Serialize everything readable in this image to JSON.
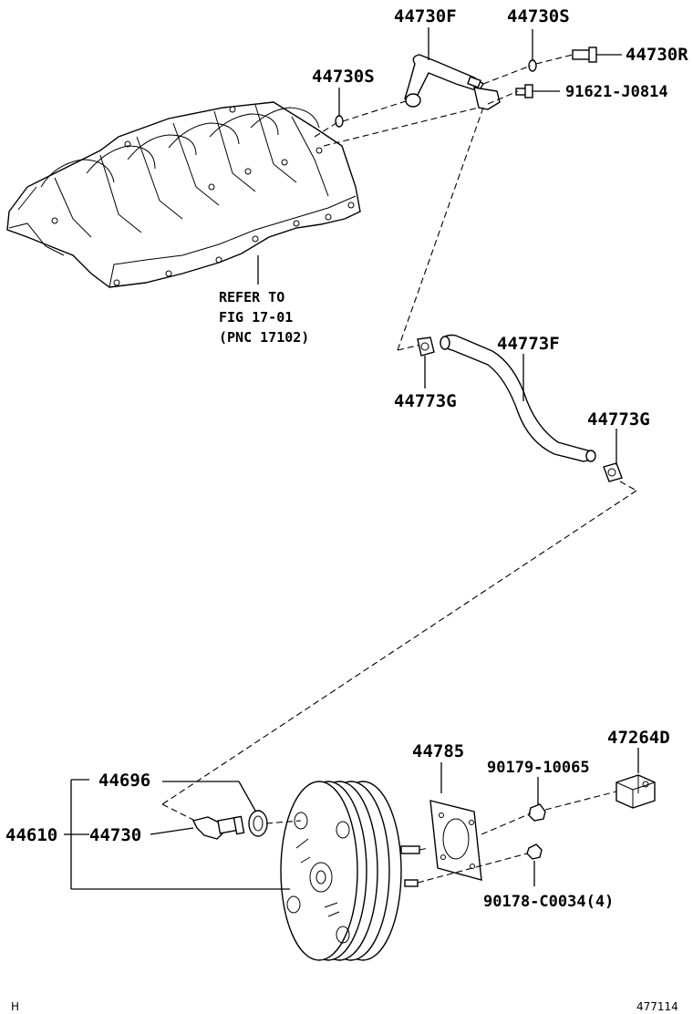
{
  "labels": {
    "p44730F": "44730F",
    "p44730S_top": "44730S",
    "p44730R": "44730R",
    "p44730S_left": "44730S",
    "p91621": "91621-J0814",
    "refer_line1": "REFER TO",
    "refer_line2": "FIG 17-01",
    "refer_line3": "(PNC 17102)",
    "p44773F": "44773F",
    "p44773G_left": "44773G",
    "p44773G_right": "44773G",
    "p47264D": "47264D",
    "p44785": "44785",
    "p90179": "90179-10065",
    "p44696": "44696",
    "p44610": "44610",
    "p44730": "44730",
    "p90178": "90178-C0034(4)",
    "corner_left": "H",
    "corner_right": "477114"
  },
  "icons": {
    "manifold": "intake-manifold-icon",
    "booster": "brake-booster-icon",
    "hose": "vacuum-hose-icon"
  }
}
